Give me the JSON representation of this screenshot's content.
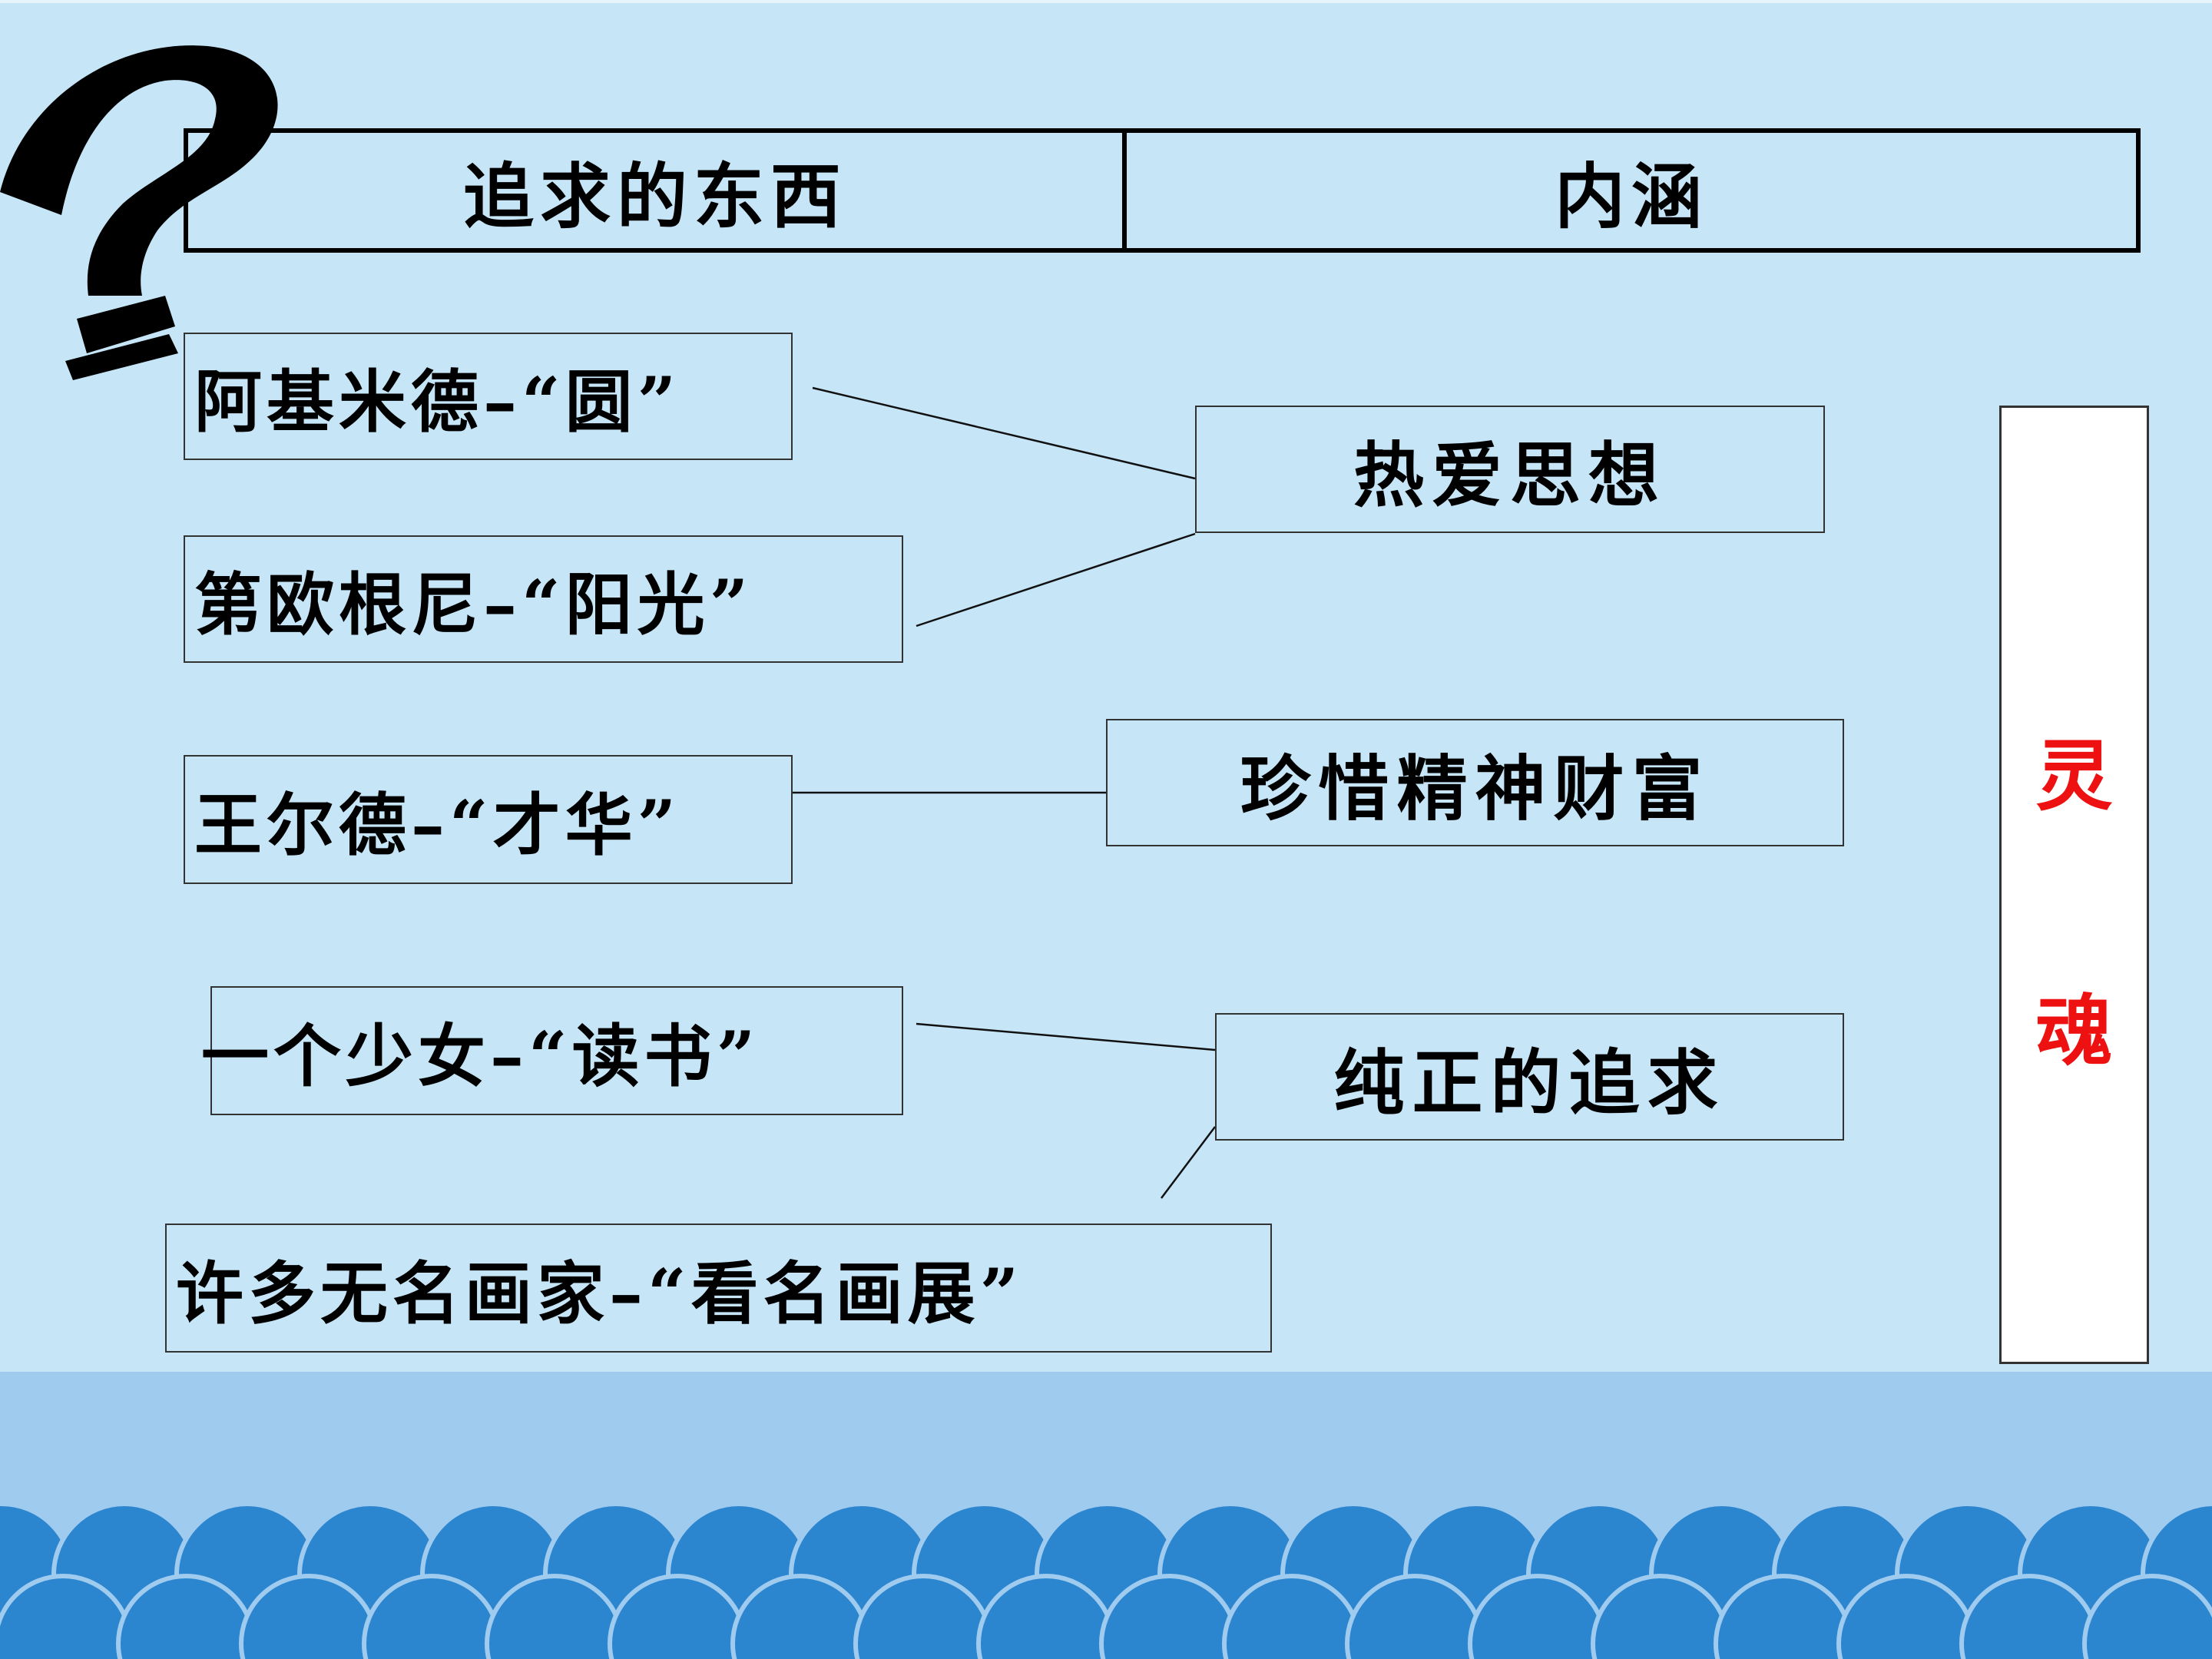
{
  "header": {
    "col_left": "追求的东西",
    "col_right": "内涵"
  },
  "items": [
    {
      "label": "阿基米德–“圆”"
    },
    {
      "label": "第欧根尼–“阳光”"
    },
    {
      "label": "王尔德–“才华”"
    },
    {
      "label": "一个少女–“读书”"
    },
    {
      "label": "许多无名画家–“看名画展”"
    }
  ],
  "meanings": [
    {
      "label": "热爱思想"
    },
    {
      "label": "珍惜精神财富"
    },
    {
      "label": "纯正的追求"
    }
  ],
  "soul": {
    "char1": "灵",
    "char2": "魂"
  },
  "colors": {
    "background": "#c6e6f8",
    "band": "#9fcbef",
    "scallop": "#2b86cf",
    "soul_text": "#ee1111"
  },
  "icons": {
    "question_mark": "question-mark-icon"
  }
}
